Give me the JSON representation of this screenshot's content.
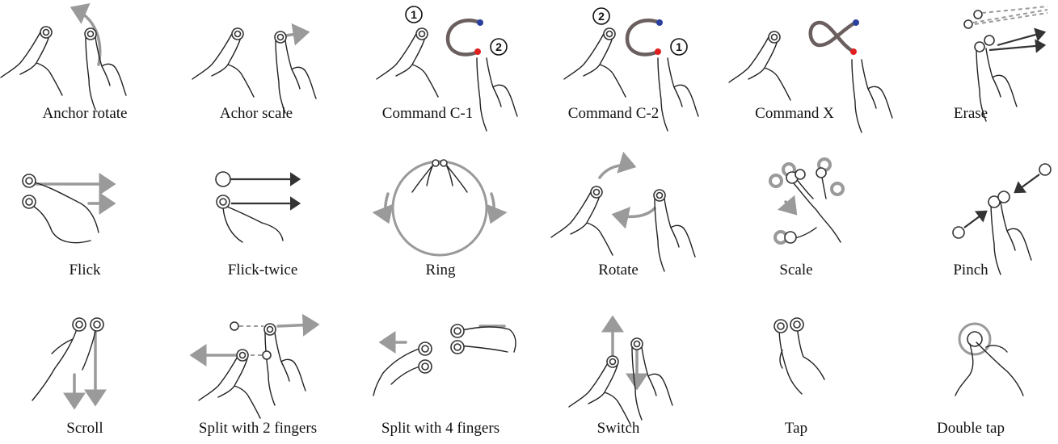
{
  "gestures": [
    {
      "label": "Anchor rotate"
    },
    {
      "label": "Achor scale"
    },
    {
      "label": "Command C-1"
    },
    {
      "label": "Command C-2"
    },
    {
      "label": "Command X"
    },
    {
      "label": "Erase"
    },
    {
      "label": "Flick"
    },
    {
      "label": "Flick-twice"
    },
    {
      "label": "Ring"
    },
    {
      "label": "Rotate"
    },
    {
      "label": "Scale"
    },
    {
      "label": "Pinch"
    },
    {
      "label": "Scroll"
    },
    {
      "label": "Split with 2 fingers"
    },
    {
      "label": "Split with 4 fingers"
    },
    {
      "label": "Switch"
    },
    {
      "label": "Tap"
    },
    {
      "label": "Double tap"
    }
  ],
  "step_markers": {
    "one": "1",
    "two": "2"
  },
  "colors": {
    "stroke_start": "#2b3f9e",
    "stroke_end": "#e02020",
    "path_gray": "#6a5e5e",
    "arrow_gray": "#9a9a9a"
  }
}
